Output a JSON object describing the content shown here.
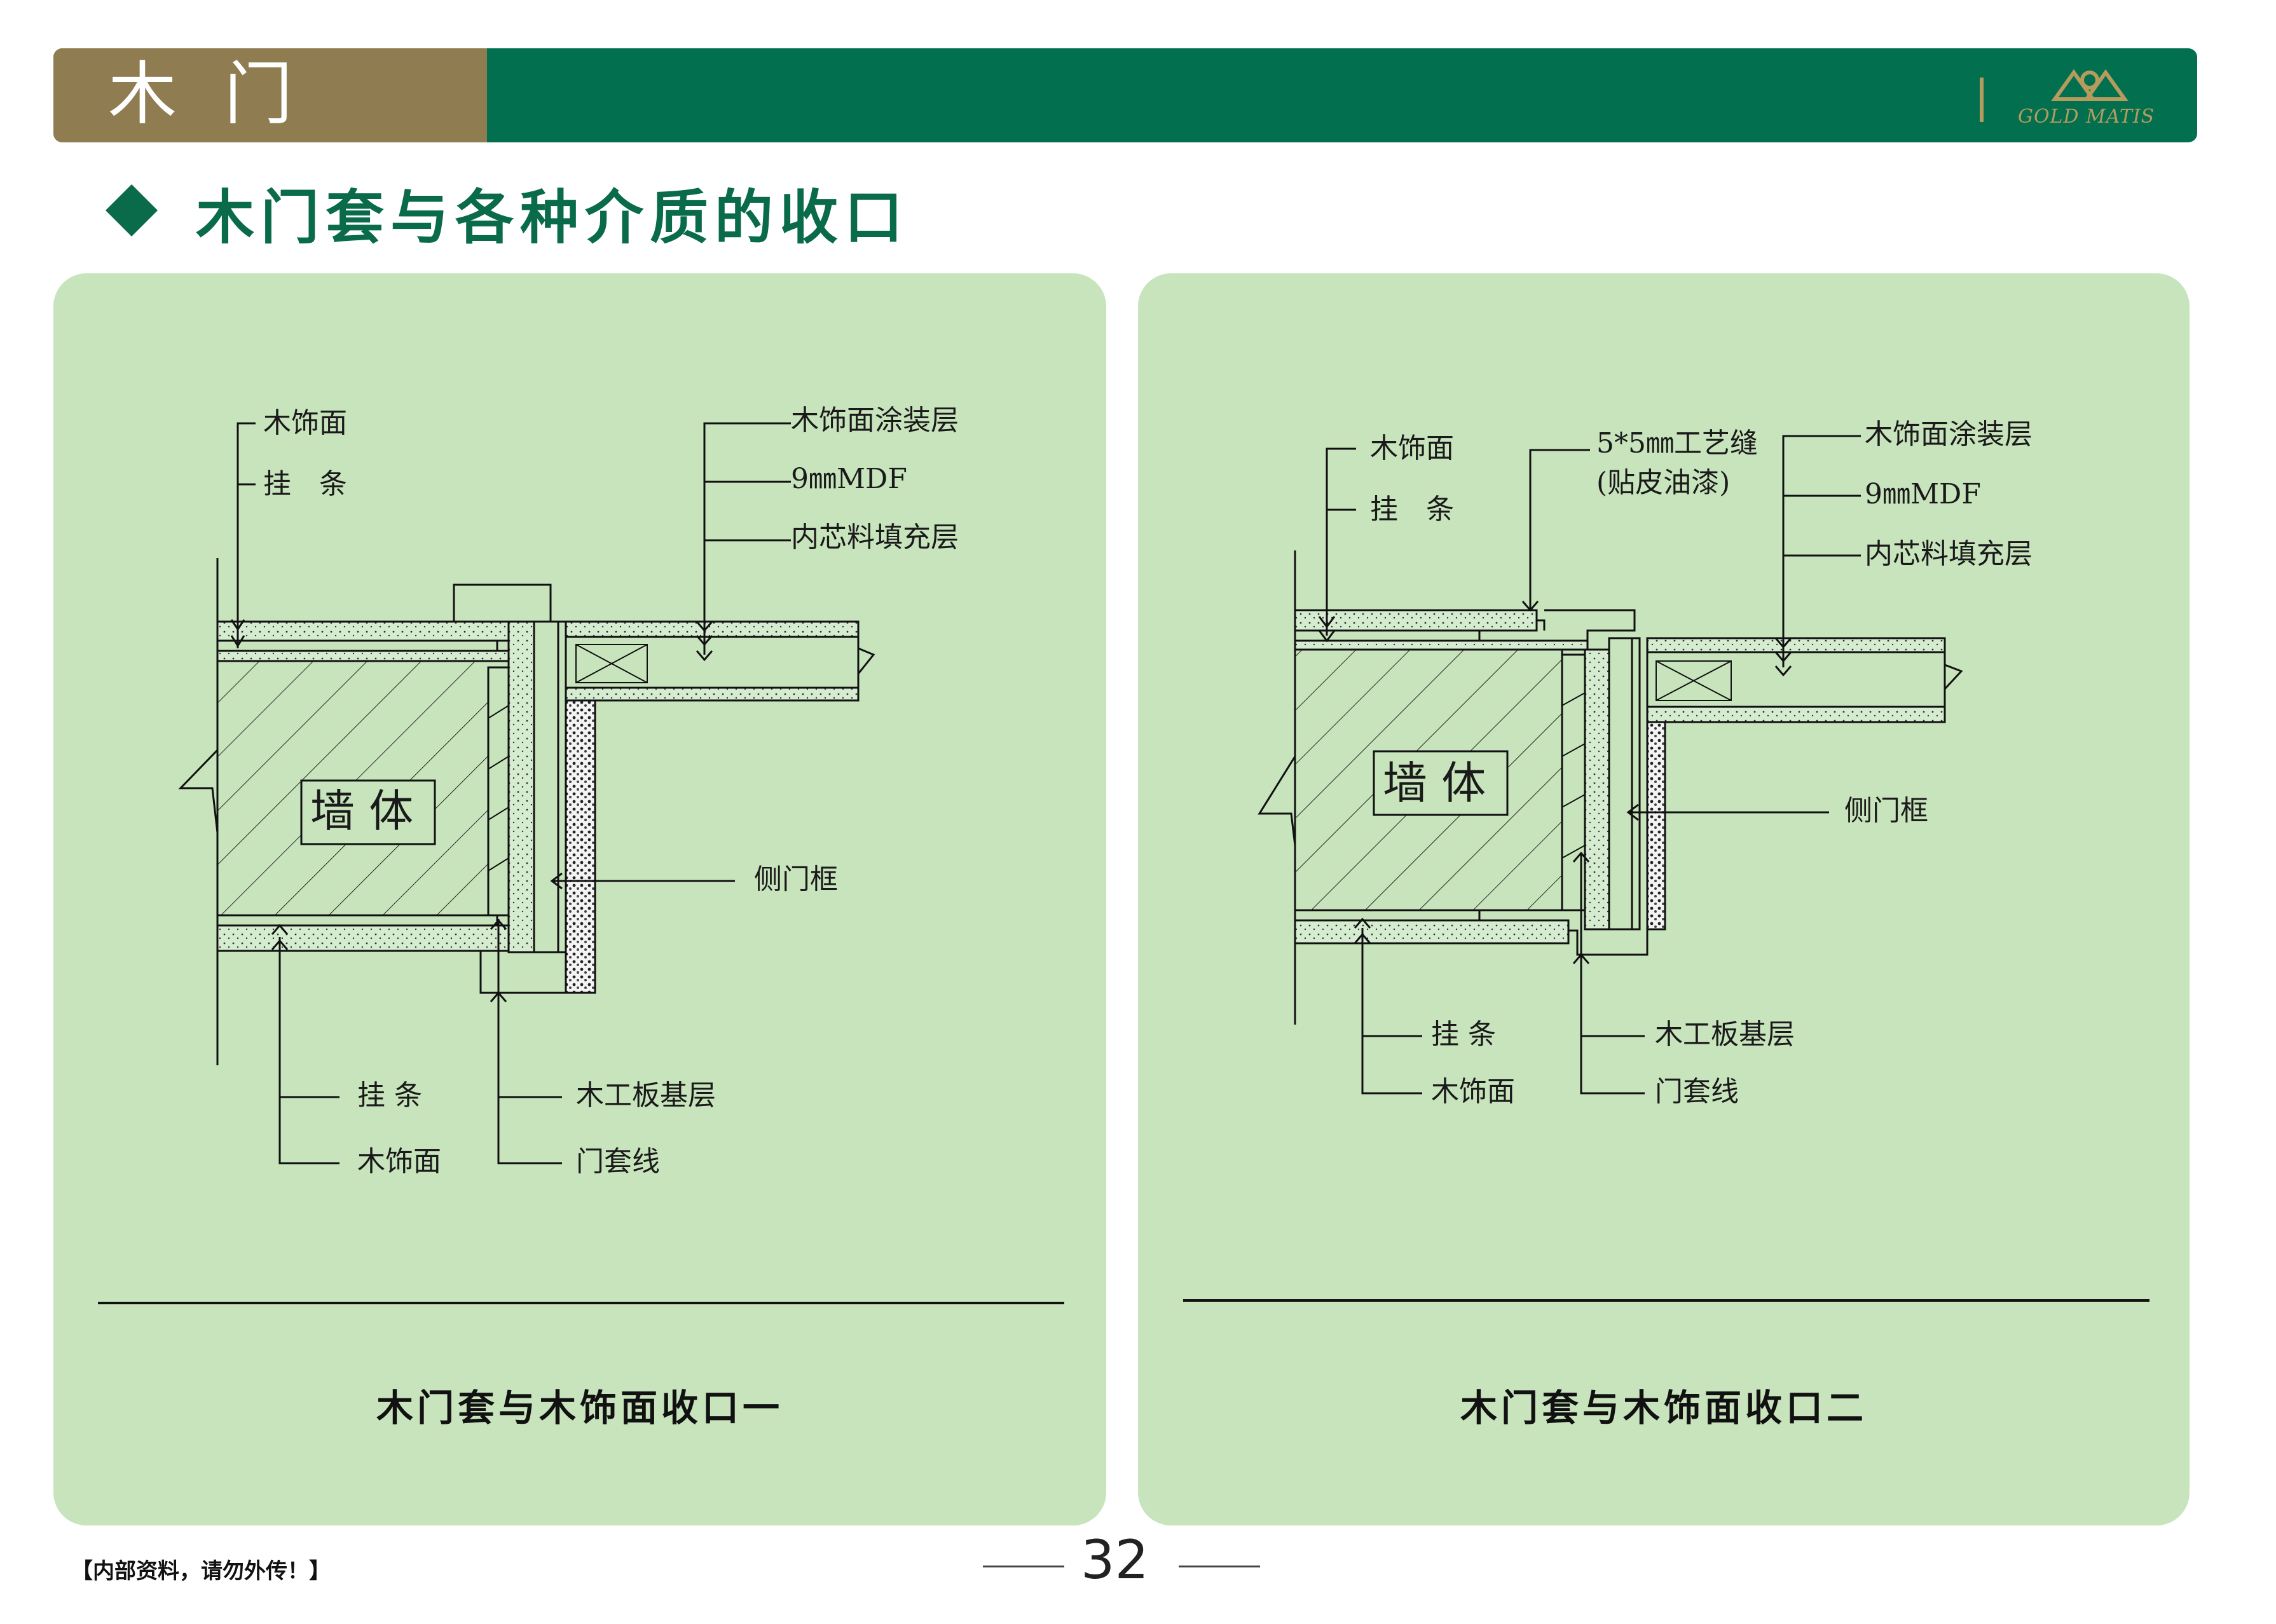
{
  "header": {
    "chapter_title": "木 门 (套)",
    "logo_text": "GOLD MATIS"
  },
  "section": {
    "title": "木门套与各种介质的收口"
  },
  "colors": {
    "brand_green": "#02704f",
    "brand_gold": "#8f7c51",
    "panel_bg": "#c8e4bd",
    "title_green": "#0a6b4b"
  },
  "panels": [
    {
      "caption": "木门套与木饰面收口一",
      "labels": {
        "wood_veneer_top": "木饰面",
        "hanging_strip_top": "挂　条",
        "veneer_coating": "木饰面涂装层",
        "mdf": "9㎜MDF",
        "core_fill": "内芯料填充层",
        "wall": "墙 体",
        "side_frame": "侧门框",
        "hanging_strip_bottom": "挂 条",
        "wood_veneer_bottom": "木饰面",
        "blockboard_base": "木工板基层",
        "door_casing": "门套线"
      }
    },
    {
      "caption": "木门套与木饰面收口二",
      "labels": {
        "wood_veneer_top": "木饰面",
        "hanging_strip_top": "挂　条",
        "groove_line1": "5*5㎜工艺缝",
        "groove_line2": "(贴皮油漆)",
        "veneer_coating": "木饰面涂装层",
        "mdf": "9㎜MDF",
        "core_fill": "内芯料填充层",
        "wall": "墙 体",
        "side_frame": "侧门框",
        "hanging_strip_bottom": "挂 条",
        "wood_veneer_bottom": "木饰面",
        "blockboard_base": "木工板基层",
        "door_casing": "门套线"
      }
    }
  ],
  "footer": {
    "note": "【内部资料，请勿外传！】",
    "page_number": "32"
  }
}
